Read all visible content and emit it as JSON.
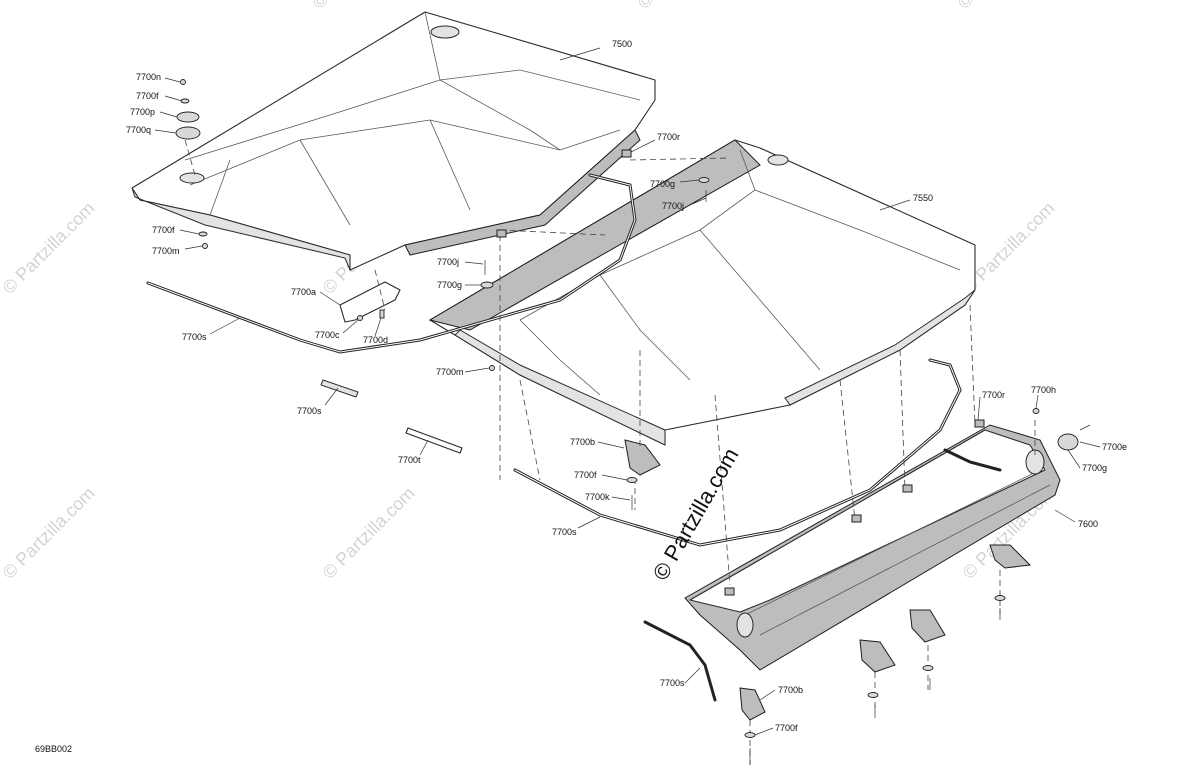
{
  "watermark": {
    "center_text": "© Partzilla.com",
    "tile_text": "© Partzilla.com"
  },
  "diagram_code": "69BB002",
  "callouts": [
    {
      "id": "c7500",
      "label": "7500"
    },
    {
      "id": "c7550",
      "label": "7550"
    },
    {
      "id": "c7600",
      "label": "7600"
    },
    {
      "id": "c7700n",
      "label": "7700n"
    },
    {
      "id": "c7700f_1",
      "label": "7700f"
    },
    {
      "id": "c7700p",
      "label": "7700p"
    },
    {
      "id": "c7700q",
      "label": "7700q"
    },
    {
      "id": "c7700r_1",
      "label": "7700r"
    },
    {
      "id": "c7700g_1",
      "label": "7700g"
    },
    {
      "id": "c7700j_1",
      "label": "7700j"
    },
    {
      "id": "c7700f_2",
      "label": "7700f"
    },
    {
      "id": "c7700m_1",
      "label": "7700m"
    },
    {
      "id": "c7700j_2",
      "label": "7700j"
    },
    {
      "id": "c7700g_2",
      "label": "7700g"
    },
    {
      "id": "c7700a",
      "label": "7700a"
    },
    {
      "id": "c7700c",
      "label": "7700c"
    },
    {
      "id": "c7700d",
      "label": "7700d"
    },
    {
      "id": "c7700s_1",
      "label": "7700s"
    },
    {
      "id": "c7700m_2",
      "label": "7700m"
    },
    {
      "id": "c7700s_2",
      "label": "7700s"
    },
    {
      "id": "c7700t",
      "label": "7700t"
    },
    {
      "id": "c7700b_1",
      "label": "7700b"
    },
    {
      "id": "c7700f_3",
      "label": "7700f"
    },
    {
      "id": "c7700k",
      "label": "7700k"
    },
    {
      "id": "c7700s_3",
      "label": "7700s"
    },
    {
      "id": "c7700r_2",
      "label": "7700r"
    },
    {
      "id": "c7700h",
      "label": "7700h"
    },
    {
      "id": "c7700e",
      "label": "7700e"
    },
    {
      "id": "c7700g_3",
      "label": "7700g"
    },
    {
      "id": "c7700s_4",
      "label": "7700s"
    },
    {
      "id": "c7700b_2",
      "label": "7700b"
    },
    {
      "id": "c7700f_4",
      "label": "7700f"
    }
  ]
}
